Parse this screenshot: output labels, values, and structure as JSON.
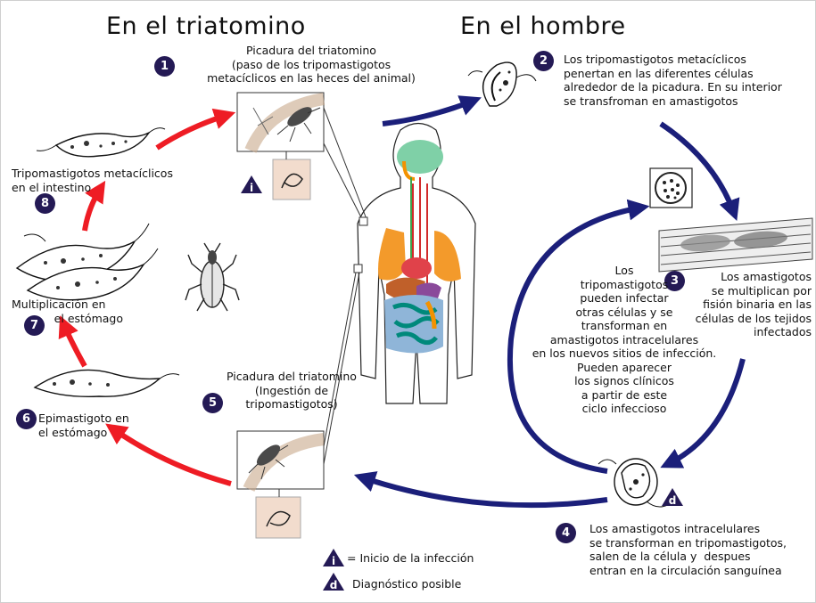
{
  "headings": {
    "left": "En el triatomino",
    "right": "En el hombre"
  },
  "steps": [
    {
      "number": "1",
      "text": "Picadura del triatomino\n(paso de los tripomastigotos\nmetacíclicos en las heces del animal)"
    },
    {
      "number": "2",
      "text": "Los tripomastigotos metacíclicos\npenertan en las diferentes células\nalrededor de la picadura. En su interior\nse transfroman en amastigotos"
    },
    {
      "number": "3",
      "text": "Los amastigotos\nse multiplican por\nfisión binaria en las\ncélulas de los tejidos\ninfectados"
    },
    {
      "number": "4",
      "text": "Los amastigotos intracelulares\nse transforman en tripomastigotos,\nsalen de la célula y  despues\nentran en la circulación sanguínea"
    },
    {
      "number": "5",
      "text": "Picadura del triatomino\n(Ingestión de\ntripomastigotos)"
    },
    {
      "number": "6",
      "text": "Epimastigoto en\nel estómago"
    },
    {
      "number": "7",
      "text": "Multiplicación en\n            el estómago"
    },
    {
      "number": "8",
      "text": "Tripomastigotos metacíclicos\nen el intestino"
    }
  ],
  "center_note": "Los\ntripomastigotos\npueden infectar\notras células y se\ntransforman en\namastigotos intracelulares\nen los nuevos sitios de infección.\nPueden aparecer\nlos signos clínicos\na partir de este\nciclo infeccioso",
  "legend": {
    "infection_symbol": "i",
    "infection_text": "= Inicio de la infección",
    "diagnostic_symbol": "d",
    "diagnostic_text": "Diagnóstico posible"
  },
  "colors": {
    "human_arrow": "#1b1f7a",
    "vector_arrow": "#ee1c24",
    "step_badge": "#241a55"
  },
  "icons": [
    "infection-start-icon",
    "diagnostic-icon",
    "triatomine-bug-icon",
    "human-body-icon",
    "trypomastigote-icon",
    "epimastigote-icon",
    "amastigote-cell-icon",
    "infected-tissue-icon"
  ]
}
